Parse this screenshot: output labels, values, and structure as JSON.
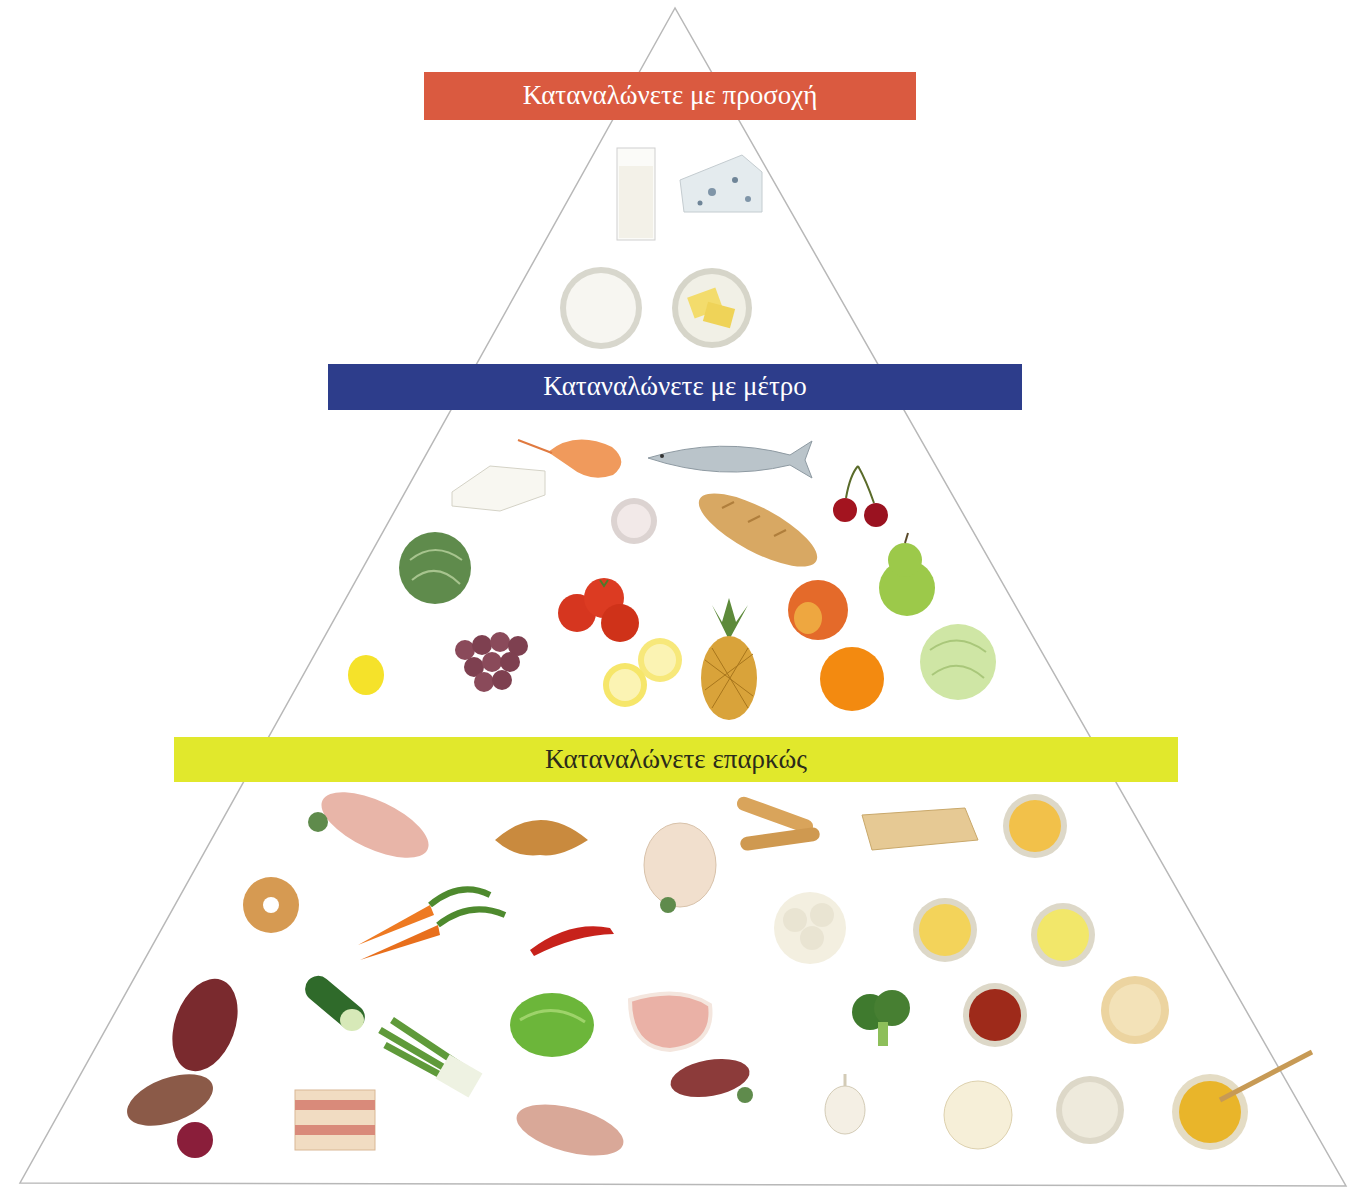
{
  "diagram": {
    "nodes": [
      {
        "text": [
          "Καταναλώνετε με προσοχή"
        ]
      },
      {
        "text": [
          "Καταναλώνετε με μέτρο"
        ]
      },
      {
        "text": [
          "Καταναλώνετε επαρκώς"
        ]
      }
    ]
  }
}
